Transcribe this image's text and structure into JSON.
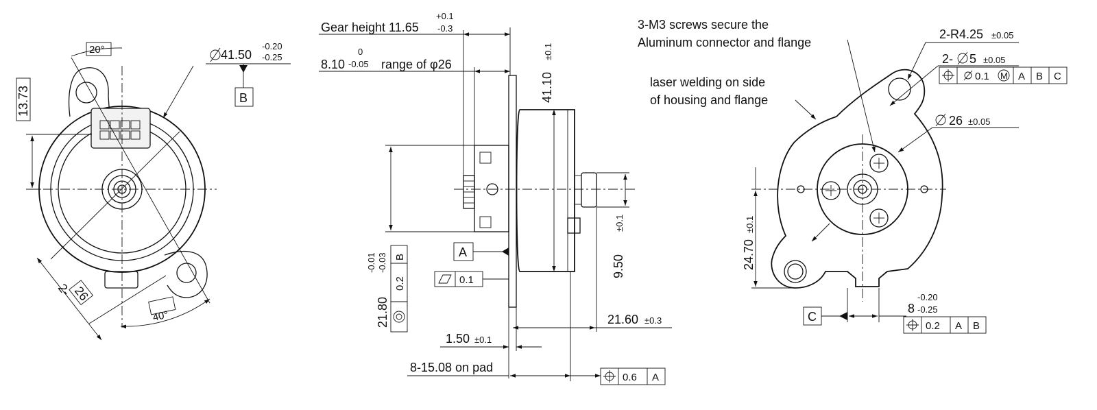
{
  "left_view": {
    "dim_angle_top": "20°",
    "dim_diameter": "41.50",
    "dim_diameter_upper_tol": "-0.20",
    "dim_diameter_lower_tol": "-0.25",
    "datum_b": "B",
    "dim_height": "13.73",
    "dim_holes": "2-",
    "dim_holes_value": "26",
    "dim_angle_bottom": "40°"
  },
  "side_view": {
    "gear_height_label": "Gear height 11.65",
    "gear_height_upper_tol": "+0.1",
    "gear_height_lower_tol": "-0.3",
    "range_label": "range of φ26",
    "range_value": "8.10",
    "range_upper_tol": "0",
    "range_lower_tol": "-0.05",
    "dim_outer_diameter": "41.10",
    "dim_outer_tol": "±0.1",
    "datum_a": "A",
    "flatness_value": "0.1",
    "pilot_diameter": "21.80",
    "pilot_upper_tol": "-0.01",
    "pilot_lower_tol": "-0.03",
    "pilot_fcf_tol": "0.2",
    "pilot_fcf_datum": "B",
    "shaft_diameter": "9.50",
    "shaft_tol": "±0.1",
    "dim_length": "21.60",
    "dim_length_tol": "±0.3",
    "dim_flange": "1.50",
    "dim_flange_tol": "±0.1",
    "pad_label": "8-15.08 on pad",
    "pad_fcf_tol": "0.6",
    "pad_fcf_datum": "A"
  },
  "right_view": {
    "note_screws_line1": "3-M3 screws secure the",
    "note_screws_line2": "Aluminum connector and flange",
    "note_weld_line1": "laser welding on side",
    "note_weld_line2": "of housing and flange",
    "dim_radius": "2-R4.25",
    "dim_radius_tol": "±0.05",
    "dim_hole": "2-",
    "dim_hole_value": "5",
    "dim_hole_tol": "±0.05",
    "hole_fcf_tol": "0.1",
    "hole_fcf_mod": "M",
    "hole_fcf_datum_1": "A",
    "hole_fcf_datum_2": "B",
    "hole_fcf_datum_3": "C",
    "dim_pilot": "26",
    "dim_pilot_tol": "±0.05",
    "dim_height": "24.70",
    "dim_height_tol": "±0.1",
    "datum_c": "C",
    "dim_slot": "8",
    "dim_slot_upper_tol": "-0.20",
    "dim_slot_lower_tol": "-0.25",
    "slot_fcf_tol": "0.2",
    "slot_fcf_datum_1": "A",
    "slot_fcf_datum_2": "B"
  }
}
